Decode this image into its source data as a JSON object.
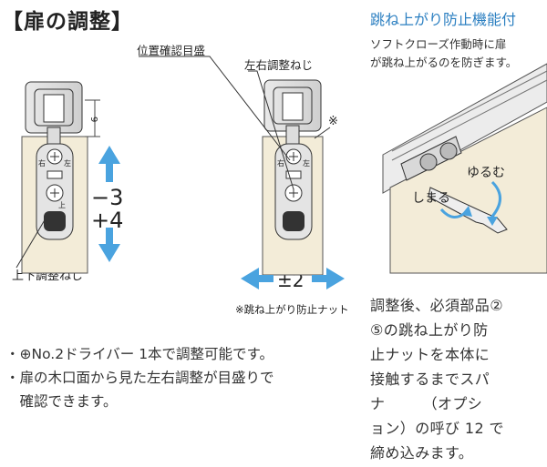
{
  "title": "【扉の調整】",
  "right_section": {
    "title": "跳ね上がり防止機能付",
    "desc_lines": [
      "ソフトクローズ作動時に扉",
      "が跳ね上がるのを防ぎます。"
    ],
    "loosen_label": "ゆるむ",
    "tighten_label": "しまる",
    "instruction_lines": [
      "調整後、必須部品②",
      "⑤の跳ね上がり防",
      "止ナットを本体に",
      "接触するまでスパ",
      "ナ　　　（オプシ",
      "ョン）の呼び 12 で",
      "締め込みます。"
    ]
  },
  "left_diagram": {
    "dim_label": "9",
    "vertical_adjust": {
      "minus": "−3",
      "plus": "+4"
    },
    "screw_label": "上下調整ねじ",
    "mark_left": "右",
    "mark_right": "左",
    "mark_bottom": "上"
  },
  "middle_diagram": {
    "position_label": "位置確認目盛",
    "lr_screw_label": "左右調整ねじ",
    "asterisk": "※",
    "lr_adjust": "±2",
    "footnote": "※跳ね上がり防止ナット",
    "mark_left": "右",
    "mark_right": "左"
  },
  "notes": [
    "・⊕No.2ドライバー 1本で調整可能です。",
    "・扉の木口面から見た左右調整が目盛りで",
    "　確認できます。"
  ],
  "colors": {
    "accent": "#2b7fc1",
    "door": "#f3ecd8",
    "line": "#333333",
    "arrow": "#4aa3df"
  }
}
